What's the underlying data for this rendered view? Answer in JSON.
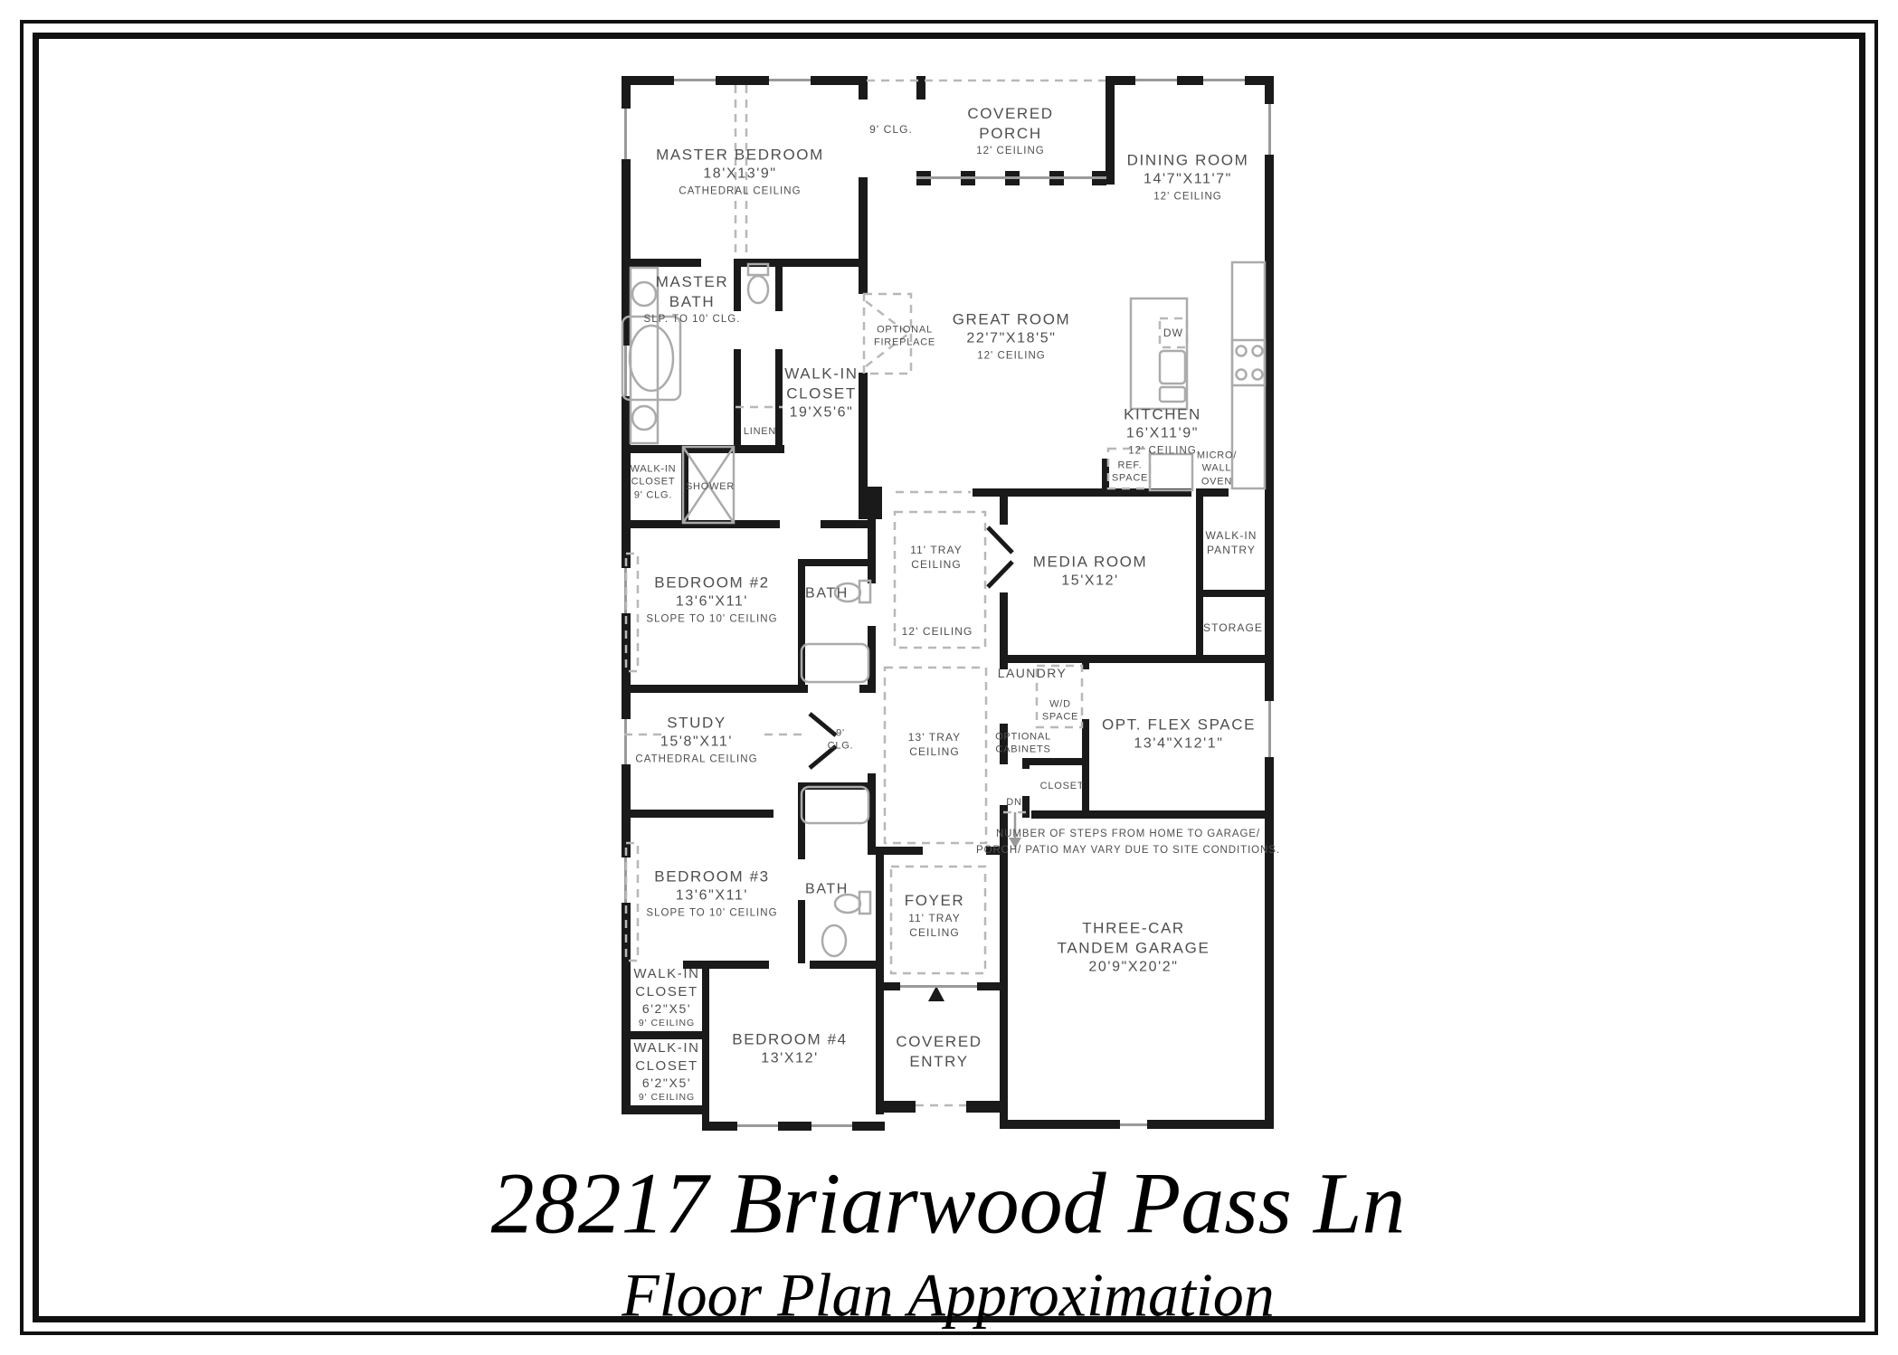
{
  "title": {
    "address": "28217 Briarwood Pass Ln",
    "subtitle": "Floor Plan Approximation"
  },
  "colors": {
    "wall": "#1a1a1a",
    "fixture_line": "#a9a9a9",
    "dash_line": "#b8b8b8",
    "label_text": "#4f4f4f",
    "title_text": "#000000"
  },
  "rooms": {
    "master_bedroom": {
      "name": "MASTER BEDROOM",
      "dims": "18'X13'9\"",
      "note": "CATHEDRAL CEILING"
    },
    "covered_porch": {
      "name": "COVERED PORCH",
      "note": "12' CEILING"
    },
    "dining_room": {
      "name": "DINING ROOM",
      "dims": "14'7\"X11'7\"",
      "note": "12' CEILING"
    },
    "master_bath": {
      "name": "MASTER BATH",
      "note": "SLP. TO 10' CLG."
    },
    "great_room": {
      "name": "GREAT ROOM",
      "dims": "22'7\"X18'5\"",
      "note": "12' CEILING"
    },
    "kitchen": {
      "name": "KITCHEN",
      "dims": "16'X11'9\"",
      "note": "12' CEILING"
    },
    "walk_in_closet_master": {
      "name": "WALK-IN CLOSET",
      "dims": "19'X5'6\""
    },
    "bedroom_2": {
      "name": "BEDROOM #2",
      "dims": "13'6\"X11'",
      "note": "SLOPE TO 10' CEILING"
    },
    "media_room": {
      "name": "MEDIA ROOM",
      "dims": "15'X12'"
    },
    "study": {
      "name": "STUDY",
      "dims": "15'8\"X11'",
      "note": "CATHEDRAL CEILING"
    },
    "opt_flex_space": {
      "name": "OPT. FLEX SPACE",
      "dims": "13'4\"X12'1\""
    },
    "bedroom_3": {
      "name": "BEDROOM #3",
      "dims": "13'6\"X11'",
      "note": "SLOPE TO 10' CEILING"
    },
    "foyer": {
      "name": "FOYER",
      "note": "11' TRAY CEILING"
    },
    "garage": {
      "name": "THREE-CAR TANDEM GARAGE",
      "dims": "20'9\"X20'2\""
    },
    "walk_in_closet_1": {
      "name": "WALK-IN CLOSET",
      "dims": "6'2\"X5'",
      "note": "9' CEILING"
    },
    "walk_in_closet_2": {
      "name": "WALK-IN CLOSET",
      "dims": "6'2\"X5'",
      "note": "9' CEILING"
    },
    "bedroom_4": {
      "name": "BEDROOM #4",
      "dims": "13'X12'"
    },
    "covered_entry": {
      "name": "COVERED ENTRY"
    },
    "walk_in_closet_small": {
      "name": "WALK-IN CLOSET",
      "note": "9' CLG."
    },
    "walk_in_pantry": {
      "name": "WALK-IN PANTRY"
    }
  },
  "labels": {
    "clg9_corridor": "9' CLG.",
    "optional_fireplace": "OPTIONAL FIREPLACE",
    "dw": "DW",
    "linen": "LINEN",
    "shower": "SHOWER",
    "ref_space": "REF. SPACE",
    "micro_wall_oven": "MICRO/ WALL OVEN",
    "tray11": "11' TRAY CEILING",
    "bath_upper": "BATH",
    "storage": "STORAGE",
    "ceiling12": "12' CEILING",
    "laundry": "LAUNDRY",
    "tray13": "13' TRAY CEILING",
    "wd_space": "W/D SPACE",
    "optional_cabinets": "OPTIONAL CABINETS",
    "clg9_study": "9' CLG.",
    "closet": "CLOSET",
    "dn": "DN",
    "bath_lower": "BATH",
    "steps_note": "NUMBER OF STEPS FROM HOME TO GARAGE/ PORCH/ PATIO MAY VARY DUE TO SITE CONDITIONS."
  }
}
